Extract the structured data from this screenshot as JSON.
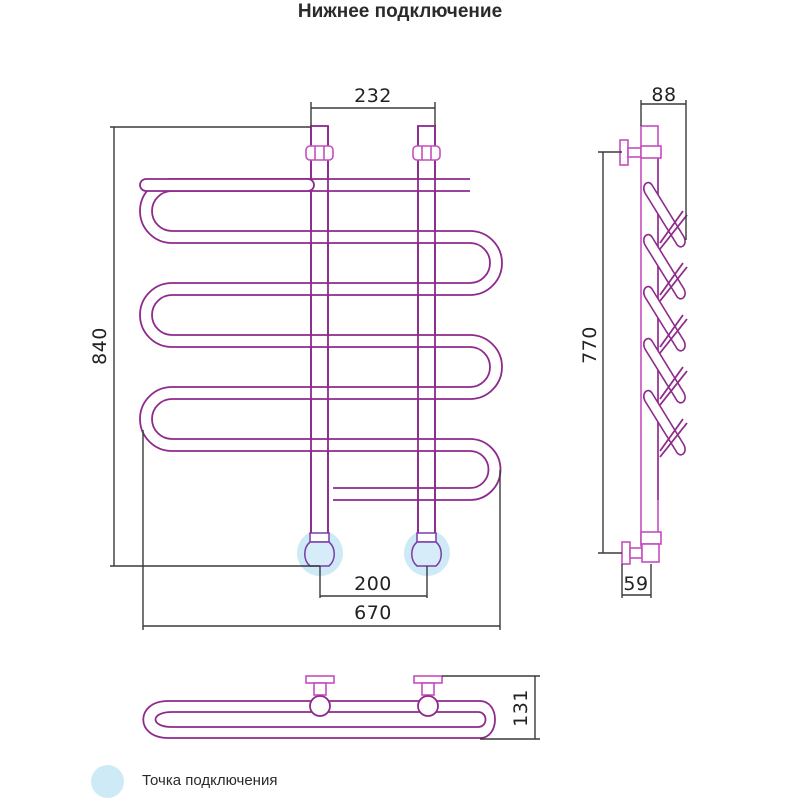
{
  "title": "Нижнее подключение",
  "colors": {
    "tube_stroke": "#8e2a8c",
    "fitting_stroke": "#c44ec0",
    "connection_point": "#cfeaf7",
    "dimension_line": "#3a3a3a"
  },
  "front_view": {
    "dimensions": {
      "pipe_spacing_top": "232",
      "total_height": "840",
      "connection_spacing": "200",
      "total_width": "670"
    },
    "loops": 5
  },
  "side_view": {
    "dimensions": {
      "depth": "88",
      "connection_height": "770",
      "connection_offset": "59"
    }
  },
  "top_view": {
    "dimensions": {
      "depth": "131"
    }
  },
  "legend": {
    "label": "Точка подключения",
    "marker_color": "#cfeaf7"
  }
}
